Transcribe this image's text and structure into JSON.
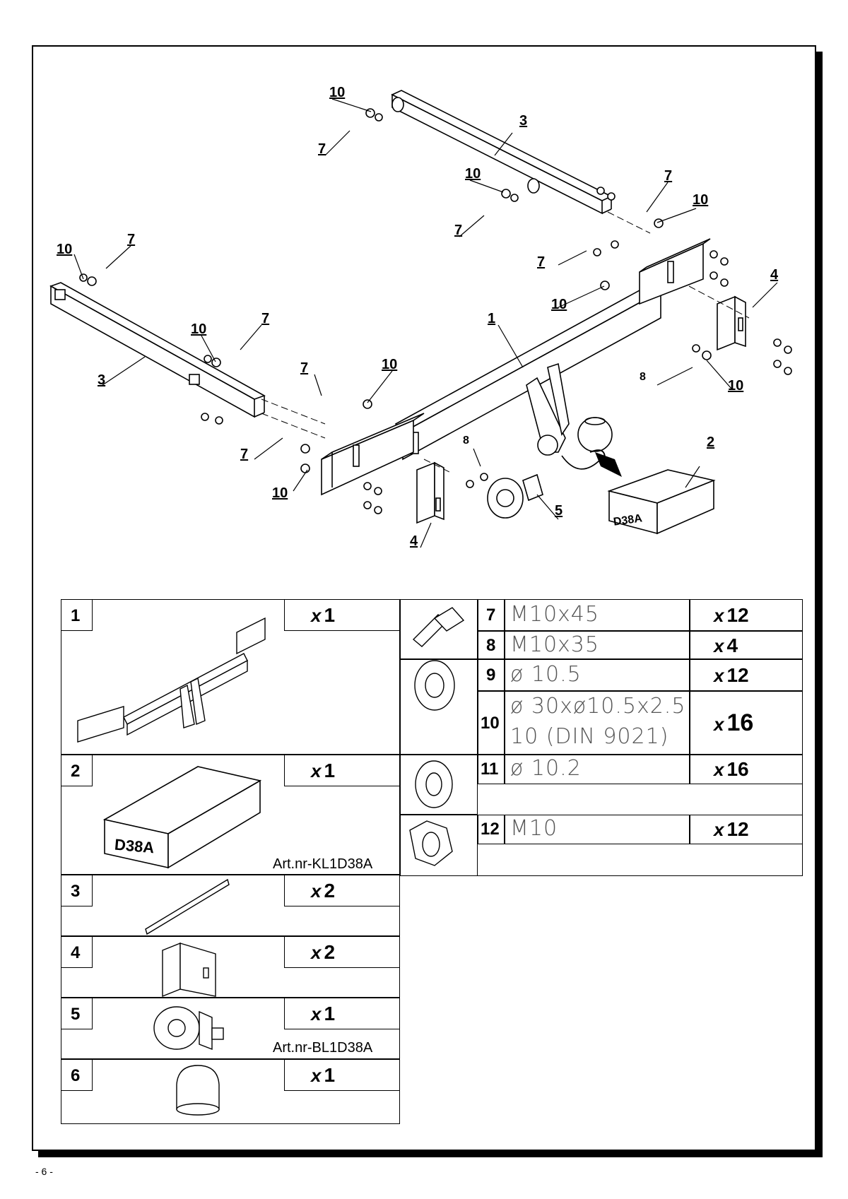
{
  "page_number": "- 6 -",
  "callouts": [
    "10",
    "7",
    "3",
    "10",
    "7",
    "7",
    "10",
    "10",
    "7",
    "3",
    "10",
    "7",
    "7",
    "10",
    "1",
    "7",
    "10",
    "4",
    "8",
    "10",
    "7",
    "10",
    "8",
    "5",
    "2",
    "4"
  ],
  "box_label": "D38A",
  "items_left": [
    {
      "num": "1",
      "qty_x": "x",
      "qty": "1",
      "art": ""
    },
    {
      "num": "2",
      "qty_x": "x",
      "qty": "1",
      "art": "Art.nr-KL1D38A",
      "box_label": "D38A"
    },
    {
      "num": "3",
      "qty_x": "x",
      "qty": "2",
      "art": ""
    },
    {
      "num": "4",
      "qty_x": "x",
      "qty": "2",
      "art": ""
    },
    {
      "num": "5",
      "qty_x": "x",
      "qty": "1",
      "art": "Art.nr-BL1D38A"
    },
    {
      "num": "6",
      "qty_x": "x",
      "qty": "1",
      "art": ""
    }
  ],
  "items_right": [
    {
      "num": "7",
      "spec": "M10x45",
      "qty_x": "x",
      "qty": "12"
    },
    {
      "num": "8",
      "spec": "M10x35",
      "qty_x": "x",
      "qty": "4"
    },
    {
      "num": "9",
      "spec": "ø 10.5",
      "qty_x": "x",
      "qty": "12"
    },
    {
      "num": "10",
      "spec": "ø 30xø10.5x2.5",
      "spec2": "10   (DIN 9021)",
      "qty_x": "x",
      "qty": "16"
    },
    {
      "num": "11",
      "spec": "ø 10.2",
      "qty_x": "x",
      "qty": "16"
    },
    {
      "num": "12",
      "spec": "M10",
      "qty_x": "x",
      "qty": "12"
    }
  ],
  "icons": [
    "tow-bar-icon",
    "kit-box-icon",
    "side-bracket-icon",
    "angle-bracket-icon",
    "socket-plate-icon",
    "ball-cap-icon",
    "bolt-icon",
    "flat-washer-icon",
    "spring-washer-icon",
    "hex-nut-icon"
  ]
}
